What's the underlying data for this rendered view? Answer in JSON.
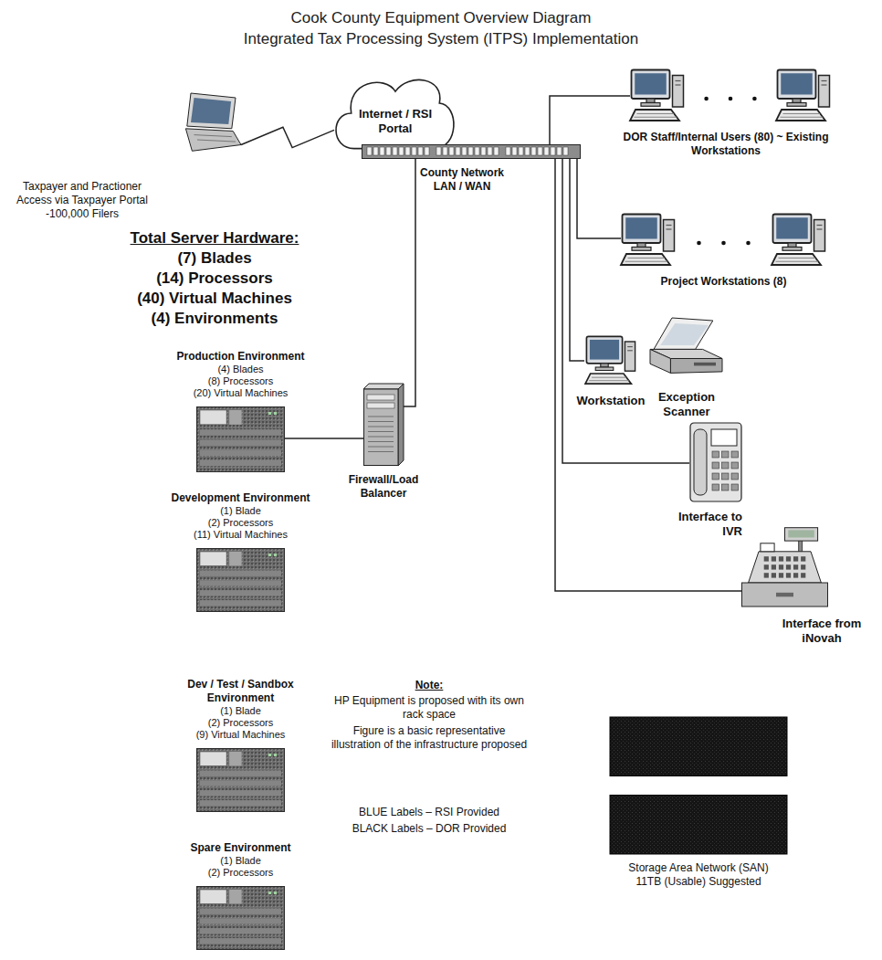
{
  "diagram": {
    "title": "Cook County Equipment Overview Diagram",
    "nodes": [
      {
        "text": [
          "Taxpayer and Practioner Access via Taxpayer Portal -100,000 Filers"
        ]
      },
      {
        "text": [
          "Internet / RSI Portal"
        ]
      },
      {
        "text": [
          "DOR Staff/Internal Users (80) ~ Existing Workstations"
        ]
      },
      {
        "text": [
          "County Network LAN / WAN"
        ]
      },
      {
        "text": [
          "Project Workstations (8)"
        ]
      },
      {
        "text": [
          "Production Environment",
          "(4) Blades",
          "(8) Processors",
          "(20) Virtual Machines"
        ]
      },
      {
        "text": [
          "Firewall/Load Balancer"
        ]
      },
      {
        "text": [
          "Workstation"
        ]
      },
      {
        "text": [
          "Exception Scanner"
        ]
      },
      {
        "text": [
          "Interface to IVR"
        ]
      },
      {
        "text": [
          "Development Environment",
          "(1) Blade",
          "(2) Processors",
          "(11) Virtual Machines"
        ]
      },
      {
        "text": [
          "Interface from iNovah"
        ]
      },
      {
        "text": [
          "Dev / Test / Sandbox Environment",
          "(1) Blade",
          "(2) Processors",
          "(9) Virtual Machines"
        ]
      },
      {
        "text": [
          "Storage Area Network (SAN)",
          "11TB (Usable) Suggested"
        ]
      },
      {
        "text": [
          "Spare Environment",
          "(1) Blade",
          "(2) Processors"
        ]
      }
    ],
    "edges": [
      {
        "from": 0,
        "to": 1,
        "arrow": "none"
      },
      {
        "from": 1,
        "to": 3,
        "arrow": "none"
      },
      {
        "from": 3,
        "to": 2,
        "arrow": "none"
      },
      {
        "from": 3,
        "to": 4,
        "arrow": "none"
      },
      {
        "from": 3,
        "to": 6,
        "arrow": "none"
      },
      {
        "from": 5,
        "to": 6,
        "arrow": "none"
      },
      {
        "from": 3,
        "to": 7,
        "arrow": "none"
      },
      {
        "from": 3,
        "to": 9,
        "arrow": "none"
      },
      {
        "from": 3,
        "to": 11,
        "arrow": "none"
      }
    ],
    "labels": [
      "Integrated Tax Processing System (ITPS) Implementation",
      "Total Server Hardware:",
      "(7) Blades",
      "(14) Processors",
      "(40) Virtual Machines",
      "(4) Environments",
      "Note:",
      "HP Equipment is proposed with its own rack space",
      "Figure is a basic representative illustration of the infrastructure proposed",
      "BLUE Labels – RSI Provided",
      "BLACK Labels – DOR Provided"
    ]
  }
}
